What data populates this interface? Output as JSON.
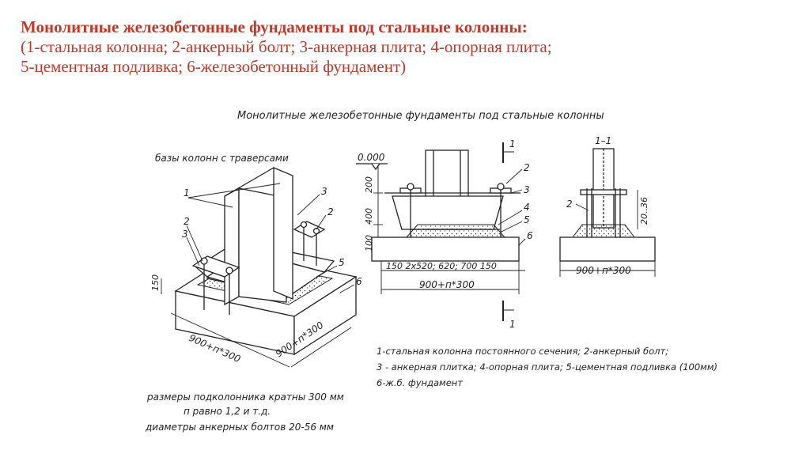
{
  "slide": {
    "title": "Монолитные железобетонные фундаменты под стальные колонны:",
    "subtitle_line1": "(1-стальная колонна; 2-анкерный болт; 3-анкерная плита; 4-опорная плита;",
    "subtitle_line2": "5-цементная подливка; 6-железобетонный фундамент)"
  },
  "drawing": {
    "heading": "Монолитные железобетонные фундаменты под стальные колонны",
    "iso_caption": "базы колонн с траверсами",
    "level_mark": "0.000",
    "dims": {
      "h200": "200",
      "h400": "400",
      "h100": "100",
      "h150": "150",
      "h2036": "20..36",
      "bottom_segments": "150 2х520; 620; 700 150",
      "overall_side": "900+п*300",
      "overall_section": "900+п*300",
      "iso_width": "900+п*300",
      "iso_depth": "900+п*300"
    },
    "labels": {
      "n1": "1",
      "n2": "2",
      "n3": "3",
      "n4": "4",
      "n5": "5",
      "n6": "6",
      "section_top": "1",
      "section_bottom": "1",
      "section_title": "1–1"
    },
    "legend": [
      "1-стальная колонна постоянного сечения; 2-анкерный болт;",
      "3 - анкерная плитка; 4-опорная плита; 5-цементная подливка (100мм)",
      "6-ж.б. фундамент"
    ],
    "notes": [
      "размеры подколонника кратны 300 мм",
      "п равно 1,2 и т.д.",
      "диаметры анкерных болтов 20-56 мм"
    ]
  },
  "colors": {
    "title_red": "#c0392b",
    "ink": "#222222"
  }
}
